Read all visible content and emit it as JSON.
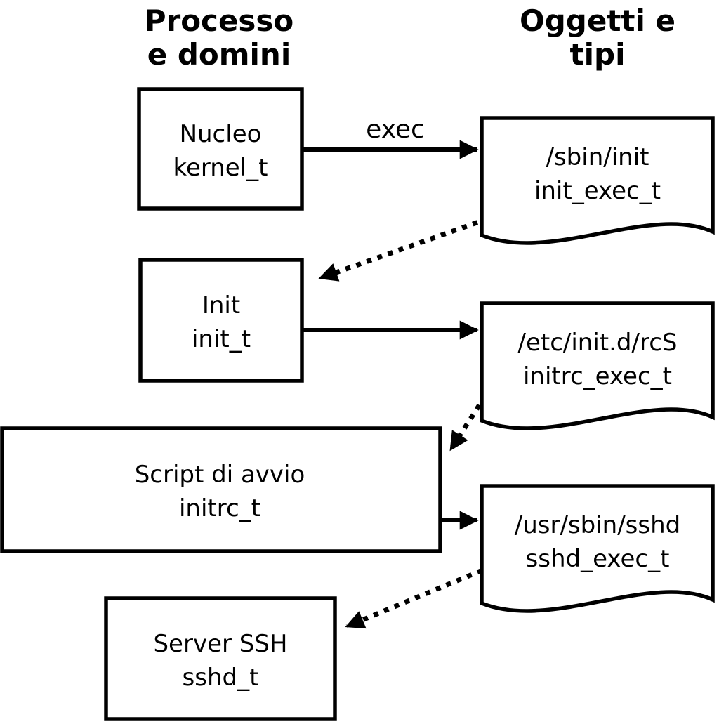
{
  "headers": {
    "processes": {
      "line1": "Processo",
      "line2": "e domini"
    },
    "objects": {
      "line1": "Oggetti e",
      "line2": "tipi"
    }
  },
  "process_nodes": [
    {
      "name": "Nucleo",
      "type": "kernel_t"
    },
    {
      "name": "Init",
      "type": "init_t"
    },
    {
      "name": "Script di avvio",
      "type": "initrc_t"
    },
    {
      "name": "Server SSH",
      "type": "sshd_t"
    }
  ],
  "object_nodes": [
    {
      "path": "/sbin/init",
      "type": "init_exec_t"
    },
    {
      "path": "/etc/init.d/rcS",
      "type": "initrc_exec_t"
    },
    {
      "path": "/usr/sbin/sshd",
      "type": "sshd_exec_t"
    }
  ],
  "edge_labels": {
    "exec": "exec"
  },
  "colors": {
    "line": "#000000",
    "fill": "#ffffff",
    "background": "#ffffff",
    "text": "#000000"
  }
}
